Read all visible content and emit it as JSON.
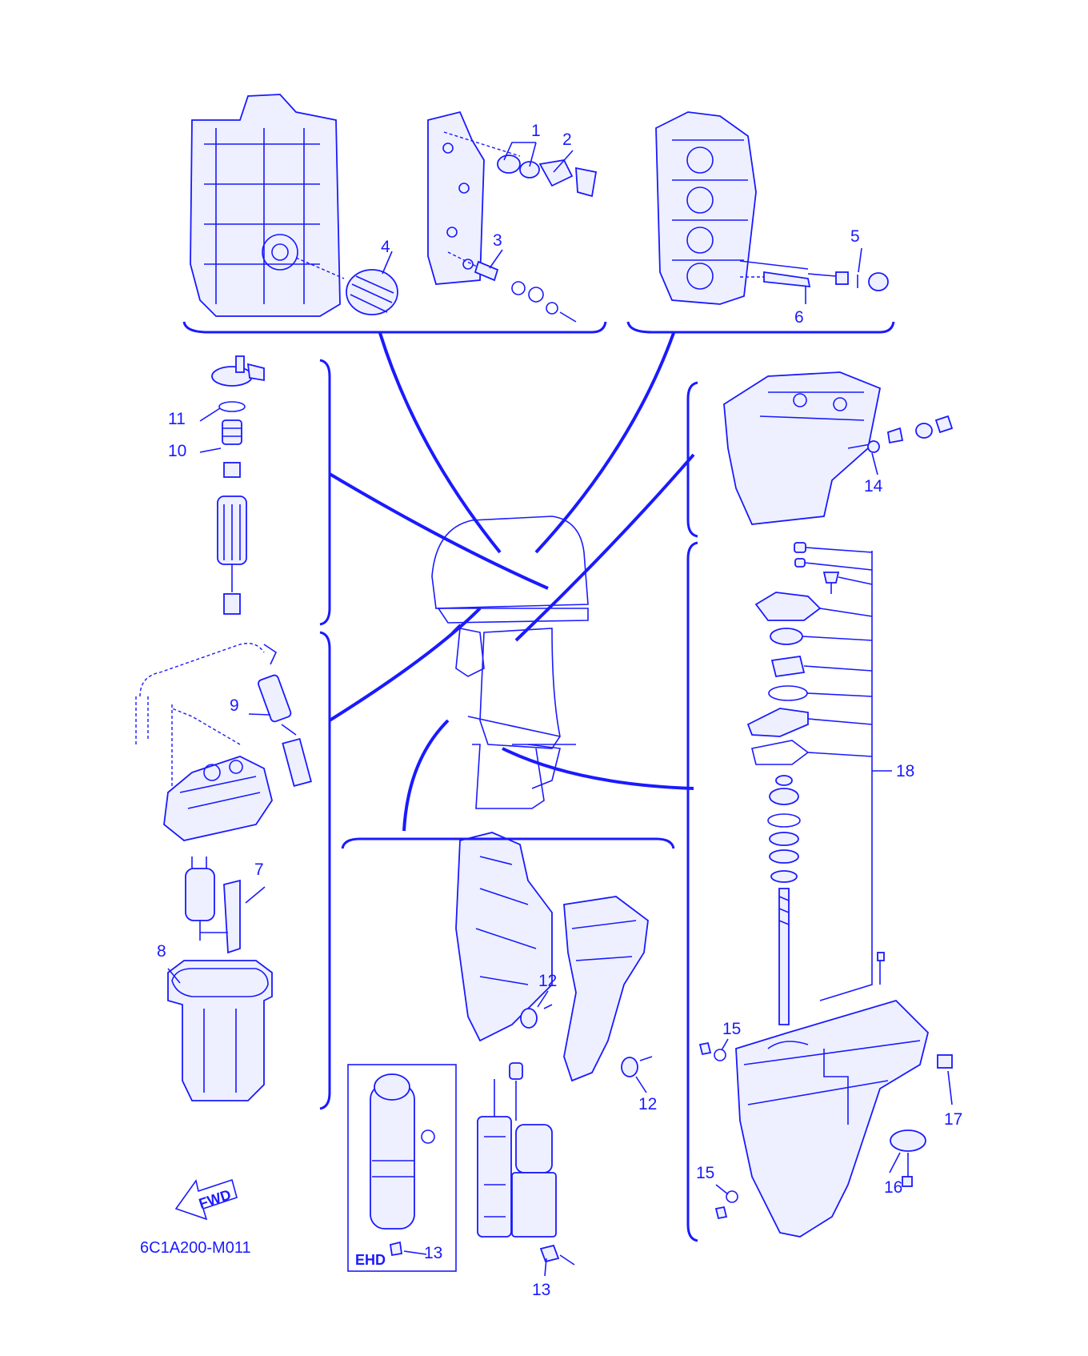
{
  "colors": {
    "line": "#1a1aff",
    "background": "#ffffff"
  },
  "diagram": {
    "code": "6C1A200-M011",
    "fwd_label": "FWD",
    "ehd_label": "EHD",
    "callouts": {
      "c1": "1",
      "c2": "2",
      "c3": "3",
      "c4": "4",
      "c5": "5",
      "c6": "6",
      "c7": "7",
      "c8": "8",
      "c9": "9",
      "c10": "10",
      "c11": "11",
      "c12a": "12",
      "c12b": "12",
      "c13a": "13",
      "c13b": "13",
      "c14": "14",
      "c15a": "15",
      "c15b": "15",
      "c16": "16",
      "c17": "17",
      "c18": "18"
    }
  }
}
